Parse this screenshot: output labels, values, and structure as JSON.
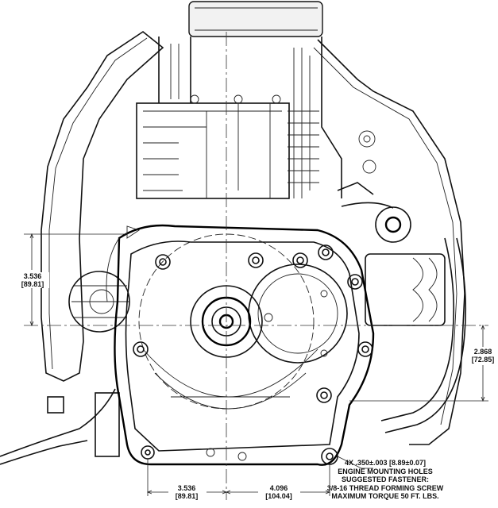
{
  "dimensions": {
    "left_vertical": {
      "inch": "3.536",
      "mm": "[89.81]"
    },
    "right_vertical": {
      "inch": "2.868",
      "mm": "[72.85]"
    },
    "bottom_left": {
      "inch": "3.536",
      "mm": "[89.81]"
    },
    "bottom_right": {
      "inch": "4.096",
      "mm": "[104.04]"
    }
  },
  "note": {
    "line1": "4X .350±.003  [8.89±0.07]",
    "line2": "ENGINE MOUNTING HOLES",
    "line3": "SUGGESTED FASTENER:",
    "line4": "3/8-16 THREAD FORMING SCREW",
    "line5": "MAXIMUM TORQUE 50 FT. LBS."
  }
}
